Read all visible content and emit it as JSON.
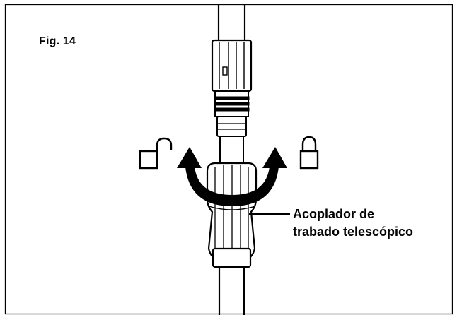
{
  "figure": {
    "label": "Fig. 14"
  },
  "callout": {
    "line1": "Acoplador de",
    "line2": "trabado telescópico"
  },
  "icons": {
    "unlock": "unlocked-padlock-icon",
    "lock": "locked-padlock-icon",
    "arrow": "double-headed-curved-arrow"
  },
  "colors": {
    "ink": "#000000",
    "background": "#ffffff"
  }
}
